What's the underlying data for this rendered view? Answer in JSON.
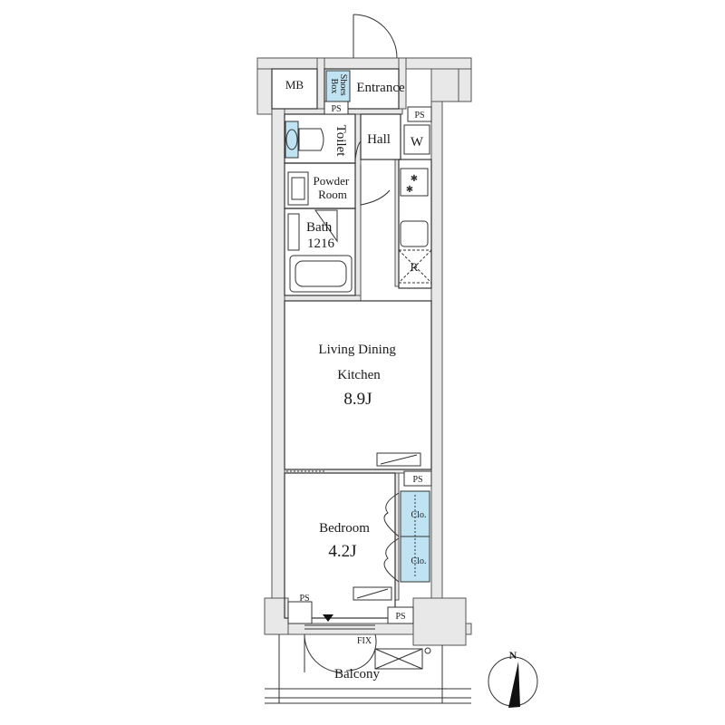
{
  "colors": {
    "wall_fill": "#e8e8e8",
    "wall_stroke": "#555555",
    "closet_fill": "#bfe3f2",
    "line": "#333333"
  },
  "rooms": {
    "mb": "MB",
    "shoes_box": [
      "Shoes",
      "Box"
    ],
    "entrance": "Entrance",
    "ps": "PS",
    "toilet": "Toilet",
    "hall": "Hall",
    "washer": "W",
    "powder_room": [
      "Powder",
      "Room"
    ],
    "bath": [
      "Bath",
      "1216"
    ],
    "refrigerator": "R",
    "ldk": [
      "Living Dining",
      "Kitchen",
      "8.9J"
    ],
    "bedroom": [
      "Bedroom",
      "4.2J"
    ],
    "closet": "Clo.",
    "fix": "FIX",
    "balcony": "Balcony",
    "north": "N"
  }
}
